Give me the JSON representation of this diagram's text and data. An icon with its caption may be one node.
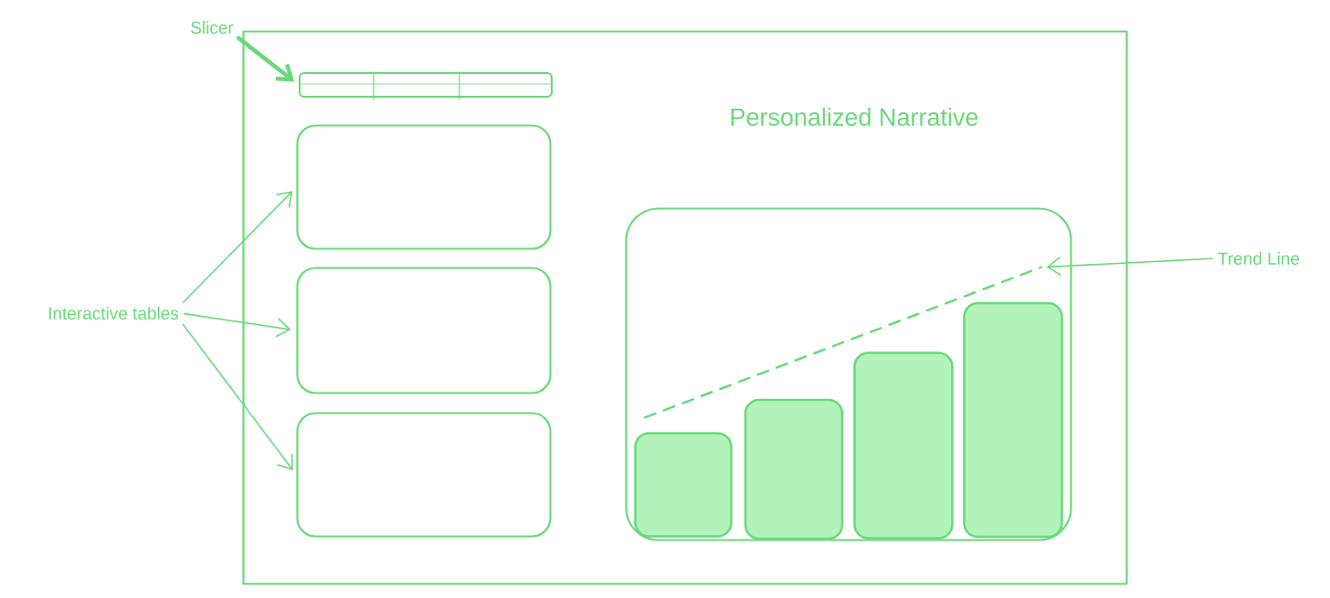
{
  "diagram": {
    "nodes": [
      {
        "text": [
          "Slicer"
        ]
      },
      {
        "text": [
          "Interactive tables"
        ]
      },
      {
        "text": [
          "Trend Line"
        ]
      },
      {
        "text": [],
        "shape": "box"
      },
      {
        "text": [],
        "shape": "box",
        "in": 3
      },
      {
        "text": [],
        "shape": "box",
        "in": 3
      },
      {
        "text": [],
        "shape": "box",
        "in": 3
      },
      {
        "text": [],
        "shape": "box",
        "in": 3
      },
      {
        "text": [],
        "shape": "box",
        "in": 3
      },
      {
        "text": [],
        "shape": "bar",
        "in": 8
      },
      {
        "text": [],
        "shape": "bar",
        "in": 8
      },
      {
        "text": [],
        "shape": "bar",
        "in": 8
      },
      {
        "text": [],
        "shape": "bar",
        "in": 8
      },
      {
        "text": [],
        "shape": "line",
        "in": 8
      }
    ],
    "edges": [
      {
        "from": 0,
        "to": 4,
        "arrow": "to",
        "style": "thick"
      },
      {
        "from": 1,
        "to": 5,
        "arrow": "to"
      },
      {
        "from": 1,
        "to": 6,
        "arrow": "to"
      },
      {
        "from": 1,
        "to": 7,
        "arrow": "to"
      },
      {
        "from": 2,
        "to": 13,
        "arrow": "to"
      }
    ],
    "labels": [
      "Personalized Narrative"
    ]
  }
}
